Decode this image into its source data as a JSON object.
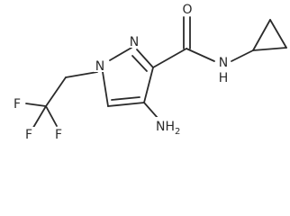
{
  "molecule": {
    "atoms": {
      "carbonyl_oxygen": "O",
      "amide_nitrogen": "N",
      "amide_hydrogen": "H",
      "ring_nitrogen_2": "N",
      "ring_nitrogen_1": "N",
      "amino_group": "NH",
      "amino_subscript": "2",
      "fluorine_top_left": "F",
      "fluorine_left": "F",
      "fluorine_bottom": "F"
    }
  }
}
